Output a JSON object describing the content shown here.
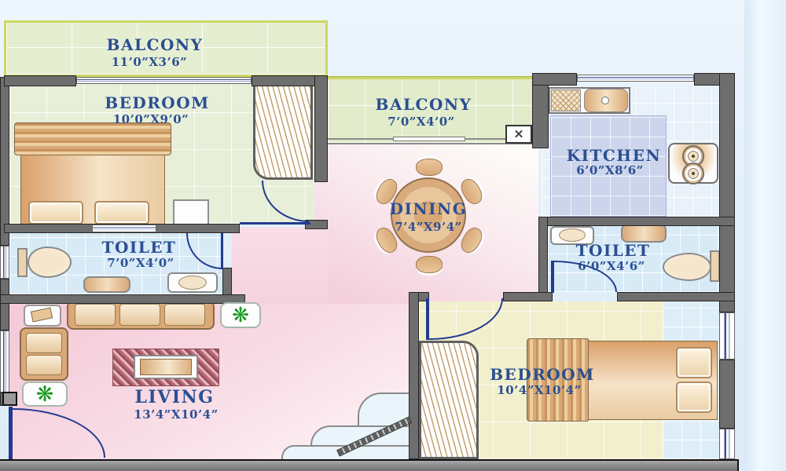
{
  "rooms": {
    "balcony1": {
      "label": "BALCONY",
      "dims": "11’0”X3’6”"
    },
    "bedroom1": {
      "label": "BEDROOM",
      "dims": "10’0”X9’0”"
    },
    "balcony2": {
      "label": "BALCONY",
      "dims": "7’0”X4’0”"
    },
    "kitchen": {
      "label": "KITCHEN",
      "dims": "6’0”X8’6”"
    },
    "dining": {
      "label": "DINING",
      "dims": "7’4”X9’4”"
    },
    "toilet1": {
      "label": "TOILET",
      "dims": "7’0”X4’0”"
    },
    "toilet2": {
      "label": "TOILET",
      "dims": "6’0”X4’6”"
    },
    "living": {
      "label": "LIVING",
      "dims": "13’4”X10’4”"
    },
    "bedroom2": {
      "label": "BEDROOM",
      "dims": "10’4”X10’4”"
    }
  },
  "glyphs": {
    "plant": "❋",
    "column_x": "✕"
  },
  "colors": {
    "label_text": "#2b4f92",
    "wall_gray": "#6e6e6e",
    "balcony_border": "#ccd765",
    "door_navy": "#223a8f",
    "floor_green": "#e8efd9",
    "floor_balcony": "#e2ecca",
    "floor_pink": "#f5cddb",
    "floor_blue_tile": "#d7eaf6",
    "floor_yellow": "#f2efcd",
    "kitchen_platform": "#ccd5ec",
    "furniture_tan": "#e9c496"
  }
}
